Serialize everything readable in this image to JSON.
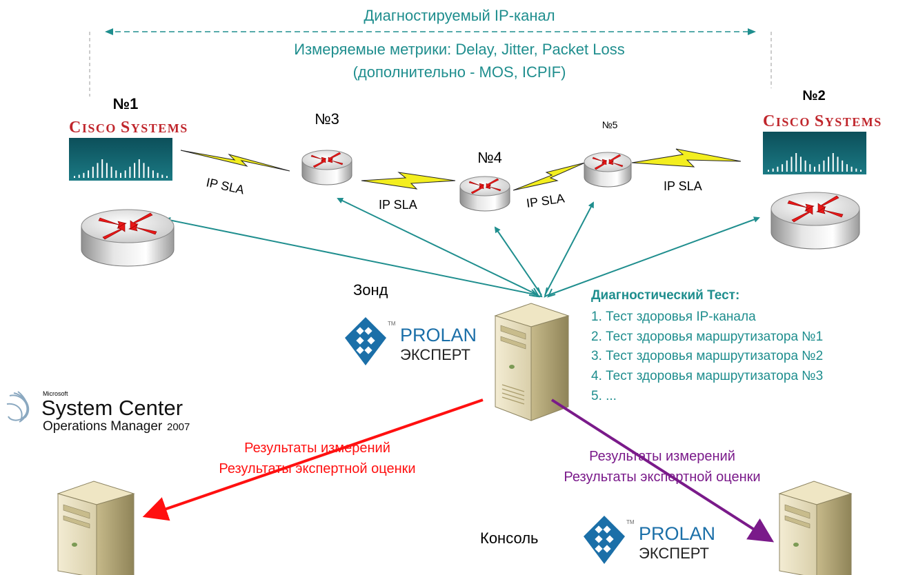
{
  "channel": {
    "title": "Диагностируемый IP-канал",
    "metrics": "Измеряемые метрики: Delay, Jitter, Packet Loss",
    "metrics_extra": "(дополнительно - MOS, ICPIF)"
  },
  "routers": {
    "r1": "№1",
    "r2": "№2",
    "r3": "№3",
    "r4": "№4",
    "r5": "№5"
  },
  "cisco": {
    "word1_cap": "C",
    "word1_rest": "ISCO",
    "word2_cap": "S",
    "word2_rest": "YSTEMS"
  },
  "links": {
    "sla_1": "IP SLA",
    "sla_2": "IP SLA",
    "sla_3": "IP SLA",
    "sla_4": "IP SLA"
  },
  "probe": {
    "label": "Зонд",
    "brand_top": "PROLAN",
    "brand_bottom": "ЭКСПЕРТ",
    "tm": "TM"
  },
  "test": {
    "title": "Диагностический Тест:",
    "items": [
      "1. Тест здоровья  IP-канала",
      "2. Тест здоровья маршрутизатора №1",
      "3. Тест здоровья маршрутизатора №2",
      "4. Тест здоровья маршрутизатора №3",
      "5. ..."
    ]
  },
  "scom": {
    "vendor": "Microsoft",
    "product": "System Center",
    "edition": "Operations Manager",
    "year": "2007"
  },
  "results_left": {
    "line1": "Результаты измерений",
    "line2": "Результаты экспертной оценки"
  },
  "results_right": {
    "line1": "Результаты измерений",
    "line2": "Результаты экспертной оценки"
  },
  "console": {
    "label": "Консоль",
    "brand_top": "PROLAN",
    "brand_bottom": "ЭКСПЕРТ",
    "tm": "TM"
  },
  "colors": {
    "teal": "#1f8e8e",
    "red": "#ff1010",
    "purple": "#7a1a8a",
    "cisco_red": "#c0262c",
    "cisco_teal": "#10606a",
    "prolan_blue": "#1b6fa8",
    "lightning": "#f3ee1f"
  }
}
